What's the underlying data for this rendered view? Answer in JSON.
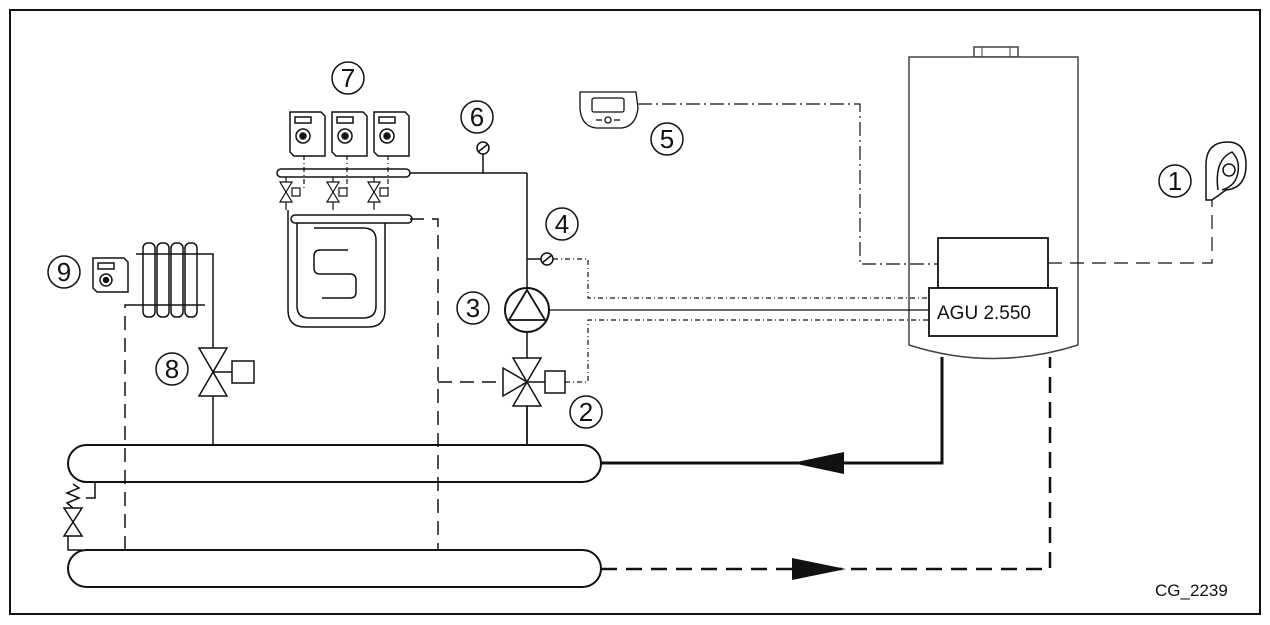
{
  "diagram": {
    "controller_label": "AGU 2.550",
    "figure_code": "CG_2239",
    "callouts": {
      "c1": "1",
      "c2": "2",
      "c3": "3",
      "c4": "4",
      "c5": "5",
      "c6": "6",
      "c7": "7",
      "c8": "8",
      "c9": "9"
    }
  }
}
